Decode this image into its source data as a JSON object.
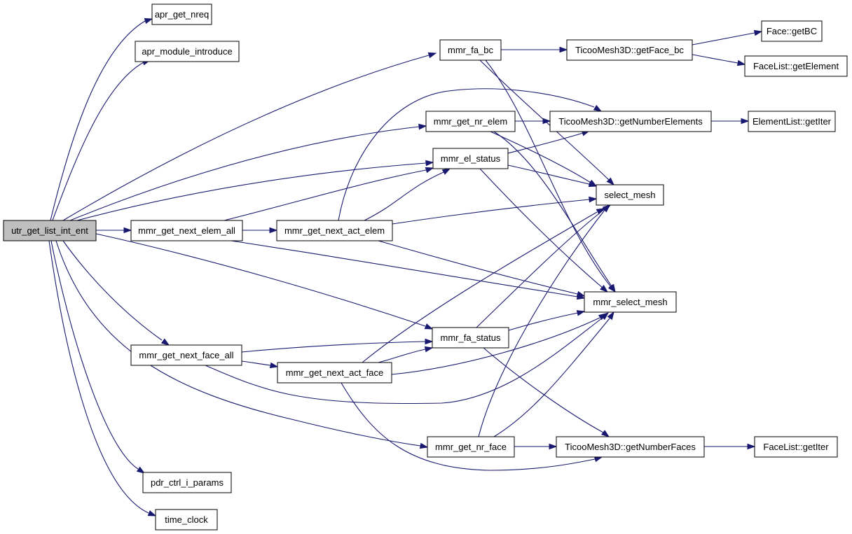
{
  "colors": {
    "edge": "#191970",
    "root_fill": "#bfbfbf",
    "node_fill": "#ffffff",
    "border": "#000000"
  },
  "nodes": {
    "utr_get_list_int_ent": "utr_get_list_int_ent",
    "apr_get_nreq": "apr_get_nreq",
    "apr_module_introduce": "apr_module_introduce",
    "mmr_fa_bc": "mmr_fa_bc",
    "TicooMesh3D_getFace_bc": "TicooMesh3D::getFace_bc",
    "Face_getBC": "Face::getBC",
    "FaceList_getElement": "FaceList::getElement",
    "mmr_get_nr_elem": "mmr_get_nr_elem",
    "TicooMesh3D_getNumberElements": "TicooMesh3D::getNumberElements",
    "ElementList_getIter": "ElementList::getIter",
    "mmr_el_status": "mmr_el_status",
    "select_mesh": "select_mesh",
    "mmr_get_next_elem_all": "mmr_get_next_elem_all",
    "mmr_get_next_act_elem": "mmr_get_next_act_elem",
    "mmr_select_mesh": "mmr_select_mesh",
    "mmr_fa_status": "mmr_fa_status",
    "mmr_get_next_face_all": "mmr_get_next_face_all",
    "mmr_get_next_act_face": "mmr_get_next_act_face",
    "mmr_get_nr_face": "mmr_get_nr_face",
    "TicooMesh3D_getNumberFaces": "TicooMesh3D::getNumberFaces",
    "FaceList_getIter": "FaceList::getIter",
    "pdr_ctrl_i_params": "pdr_ctrl_i_params",
    "time_clock": "time_clock"
  }
}
